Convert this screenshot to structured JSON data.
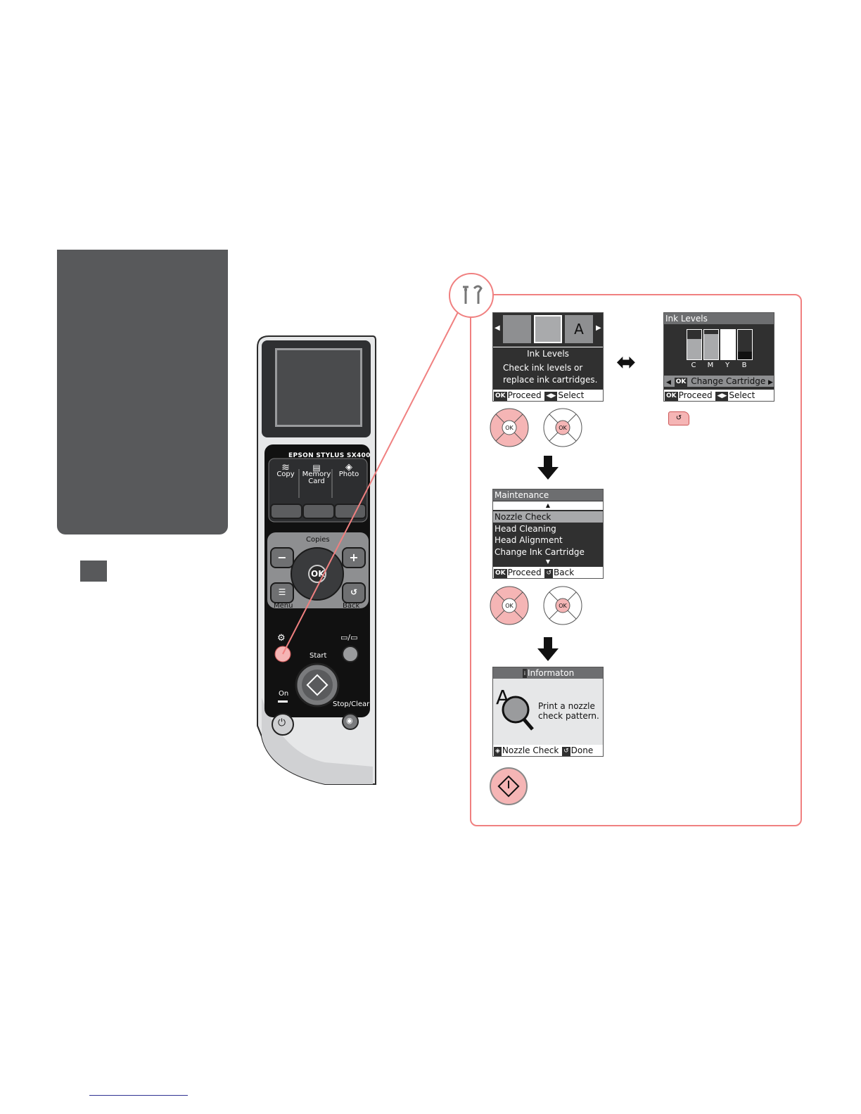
{
  "panel": {
    "brand": "EPSON STYLUS SX400",
    "modes": [
      "Copy",
      "Memory\nCard",
      "Photo"
    ],
    "copies_label": "Copies",
    "menu_label": "Menu",
    "back_label": "Back",
    "ok_label": "OK",
    "start_label": "Start",
    "on_label": "On",
    "stop_label": "Stop/Clear",
    "minus": "−",
    "plus": "+"
  },
  "screen1": {
    "title": "Ink Levels",
    "desc_line1": "Check ink levels or",
    "desc_line2": "replace ink cartridges.",
    "ok": "OK",
    "proceed": "Proceed",
    "select": "Select"
  },
  "screen2": {
    "title": "Ink Levels",
    "inks": [
      {
        "label": "C",
        "level": 0.7
      },
      {
        "label": "M",
        "level": 0.85
      },
      {
        "label": "Y",
        "level": 1.0
      },
      {
        "label": "B",
        "level": 0.25
      }
    ],
    "ok": "OK",
    "change": "Change Cartridge",
    "proceed": "Proceed",
    "select": "Select"
  },
  "screen3": {
    "title": "Maintenance",
    "items": [
      "Nozzle Check",
      "Head Cleaning",
      "Head Alignment",
      "Change Ink Cartridge"
    ],
    "ok": "OK",
    "proceed": "Proceed",
    "back": "Back"
  },
  "screen4": {
    "title": "Informaton",
    "line1": "Print a nozzle",
    "line2": "check pattern.",
    "nozzle": "Nozzle Check",
    "done": "Done"
  },
  "dpad_label": "OK",
  "colors": {
    "accent": "#f08080",
    "tab": "#58595b",
    "link": "#2e3192"
  }
}
